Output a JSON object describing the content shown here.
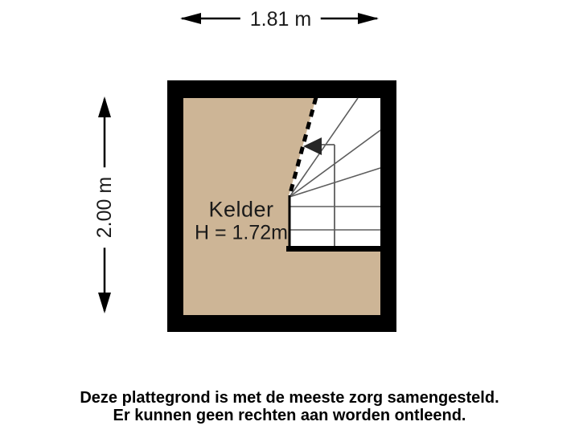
{
  "plan": {
    "room_label": "Kelder",
    "ceiling_height_label": "H = 1.72m",
    "dimensions": {
      "width_label": "1.81 m",
      "height_label": "2.00 m"
    },
    "colors": {
      "background": "#ffffff",
      "wall": "#000000",
      "floor": "#cdb596",
      "stair_fill": "#ffffff",
      "stair_line": "#5d5d5d",
      "dimension_line": "#000000",
      "direction_arrow": "#262626"
    }
  },
  "footer": {
    "line1": "Deze plattegrond is met de meeste zorg samengesteld.",
    "line2": "Er kunnen geen rechten aan worden ontleend."
  }
}
